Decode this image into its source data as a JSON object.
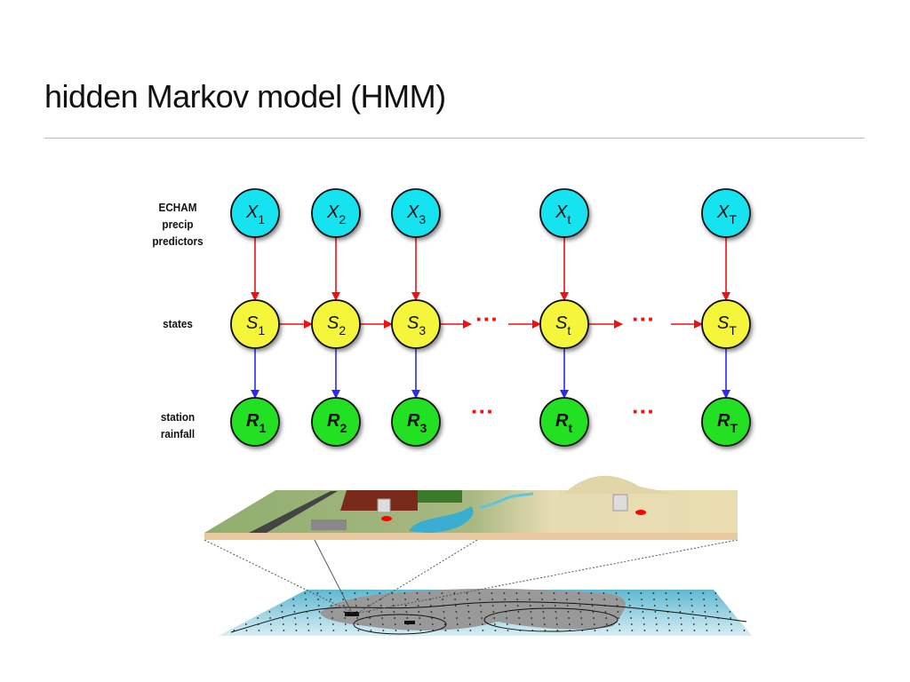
{
  "slide": {
    "title": "hidden Markov model (HMM)"
  },
  "row_labels": {
    "predictors": [
      "ECHAM",
      "precip",
      "predictors"
    ],
    "states": "states",
    "rainfall": [
      "station",
      "rainfall"
    ]
  },
  "nodes": {
    "x": [
      {
        "letter": "X",
        "sub": "1"
      },
      {
        "letter": "X",
        "sub": "2"
      },
      {
        "letter": "X",
        "sub": "3"
      },
      {
        "letter": "X",
        "sub": "t"
      },
      {
        "letter": "X",
        "sub": "T"
      }
    ],
    "s": [
      {
        "letter": "S",
        "sub": "1"
      },
      {
        "letter": "S",
        "sub": "2"
      },
      {
        "letter": "S",
        "sub": "3"
      },
      {
        "letter": "S",
        "sub": "t"
      },
      {
        "letter": "S",
        "sub": "T"
      }
    ],
    "r": [
      {
        "letter": "R",
        "sub": "1"
      },
      {
        "letter": "R",
        "sub": "2"
      },
      {
        "letter": "R",
        "sub": "3"
      },
      {
        "letter": "R",
        "sub": "t"
      },
      {
        "letter": "R",
        "sub": "T"
      }
    ]
  },
  "colors": {
    "x_fill": "#19e3f0",
    "s_fill": "#f5f53a",
    "r_fill": "#22e022",
    "red_arrow": "#f01010",
    "blue_arrow": "#2a2af0"
  }
}
